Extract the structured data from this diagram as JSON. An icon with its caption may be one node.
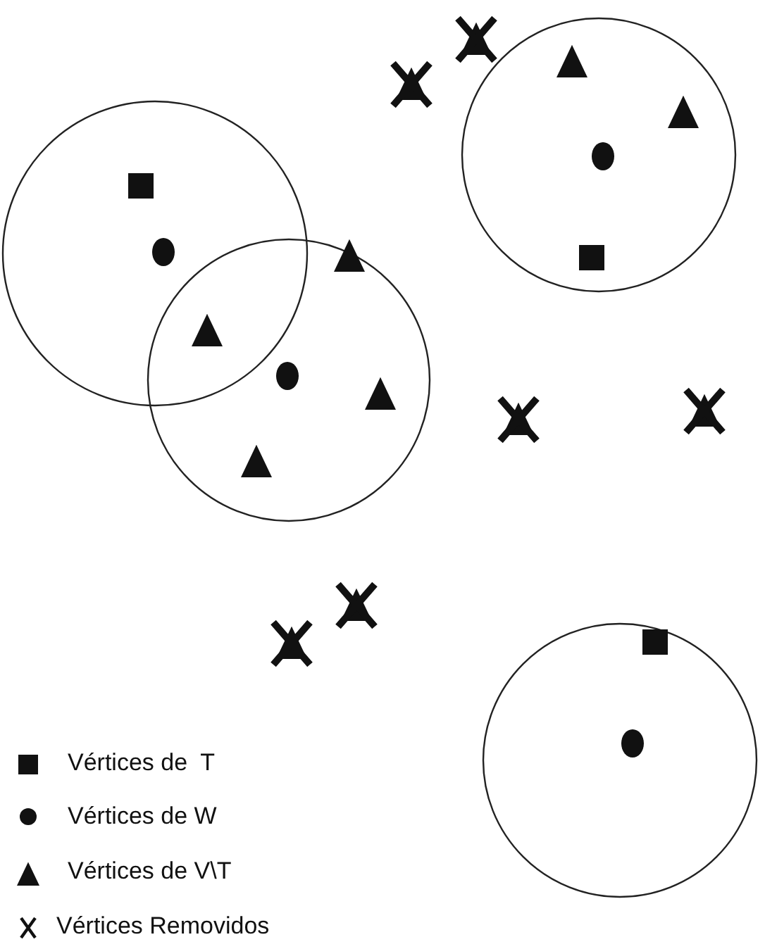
{
  "diagram": {
    "legend": [
      {
        "text": "Vértices de  T"
      },
      {
        "text": "Vértices de W"
      },
      {
        "text": "Vértices de V\\T"
      },
      {
        "text": "Vértices Removidos"
      }
    ]
  }
}
